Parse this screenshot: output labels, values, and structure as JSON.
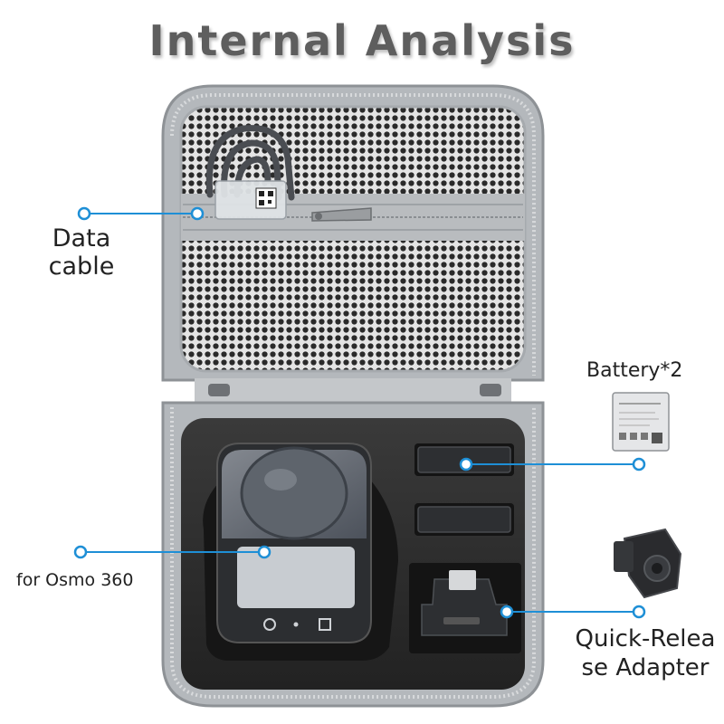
{
  "title": "Internal Analysis",
  "labels": {
    "data_cable_line1": "Data",
    "data_cable_line2": "cable",
    "battery": "Battery*2",
    "camera": "for Osmo 360",
    "adapter_line1": "Quick-Relea",
    "adapter_line2": "se Adapter"
  },
  "colors": {
    "callout": "#1e8fd6",
    "case_shell": "#b9bcbf",
    "foam": "#2b2b2b",
    "mesh": "#e6e6e6"
  }
}
